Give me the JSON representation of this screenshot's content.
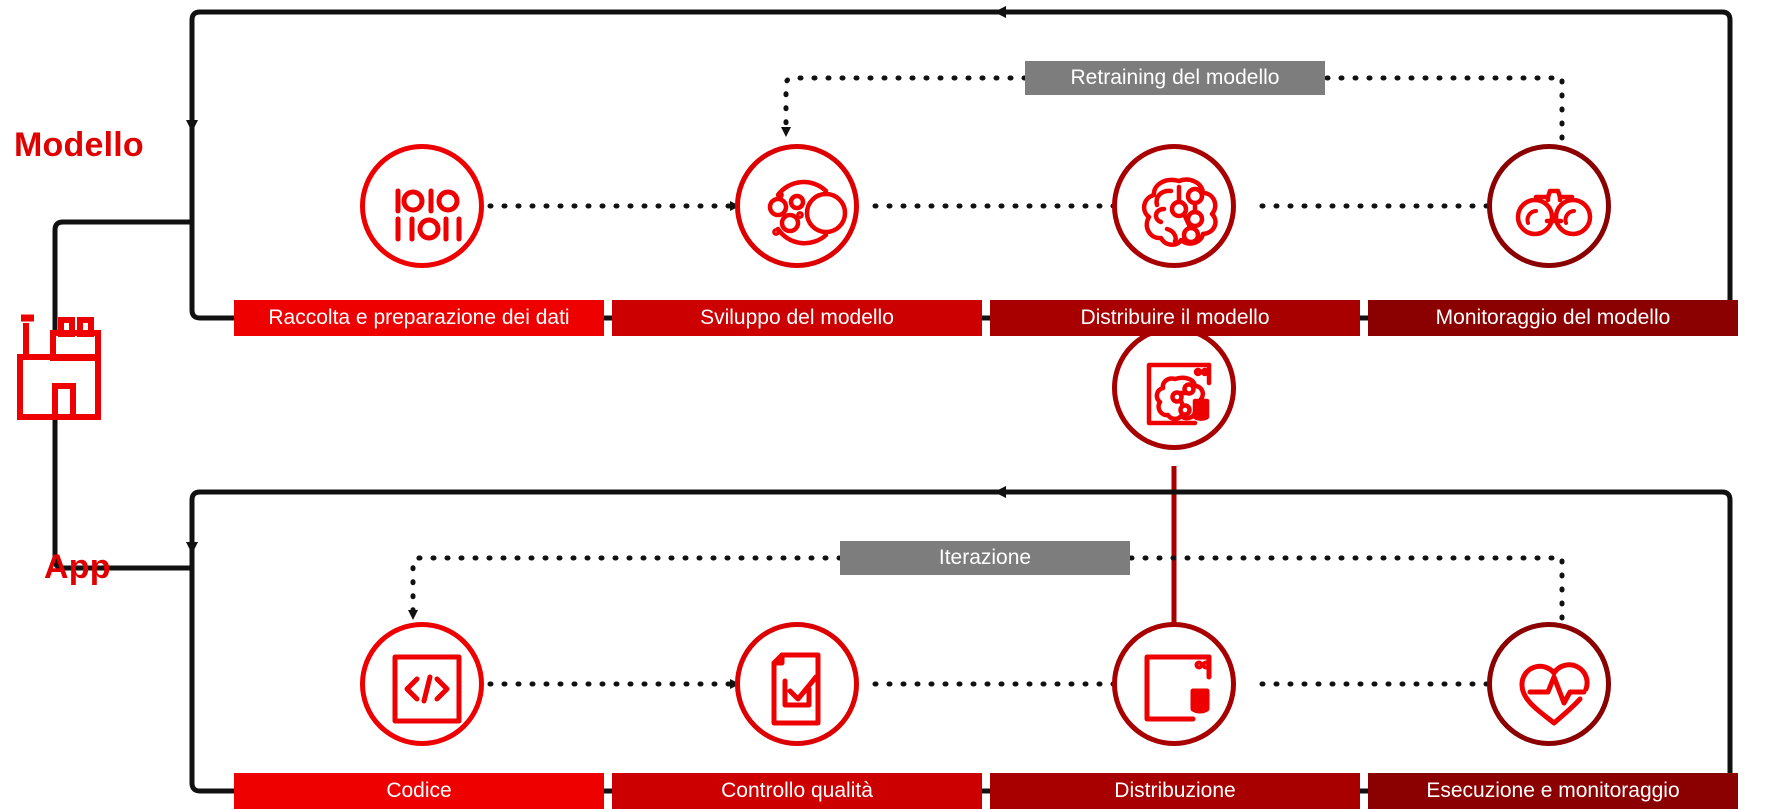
{
  "diagram": {
    "title_model": "Modello",
    "title_app": "App",
    "colors": {
      "red_bright": "#EE0000",
      "red_mid": "#CC0000",
      "red_dark": "#A80000",
      "red_darkest": "#8B0000",
      "grey_label": "#7d7d7d",
      "line_black": "#111111",
      "white": "#ffffff"
    },
    "factory_icon": "factory-icon",
    "model_lane": {
      "loop_label": "Retraining del modello",
      "steps": [
        {
          "label": "Raccolta e preparazione dei dati",
          "icon": "binary-data-icon",
          "color": "#EE0000"
        },
        {
          "label": "Sviluppo del modello",
          "icon": "model-dev-icon",
          "color": "#CC0000"
        },
        {
          "label": "Distribuire il modello",
          "icon": "brain-icon",
          "color": "#A80000"
        },
        {
          "label": "Monitoraggio del modello",
          "icon": "binoculars-icon",
          "color": "#8B0000"
        }
      ]
    },
    "bridge": {
      "icon": "model-deploy-shield-icon"
    },
    "app_lane": {
      "loop_label": "Iterazione",
      "steps": [
        {
          "label": "Codice",
          "icon": "code-brackets-icon",
          "color": "#EE0000"
        },
        {
          "label": "Controllo qualità",
          "icon": "document-check-icon",
          "color": "#CC0000"
        },
        {
          "label": "Distribuzione",
          "icon": "app-shield-icon",
          "color": "#A80000"
        },
        {
          "label": "Esecuzione e monitoraggio",
          "icon": "heart-pulse-icon",
          "color": "#8B0000"
        }
      ]
    }
  }
}
